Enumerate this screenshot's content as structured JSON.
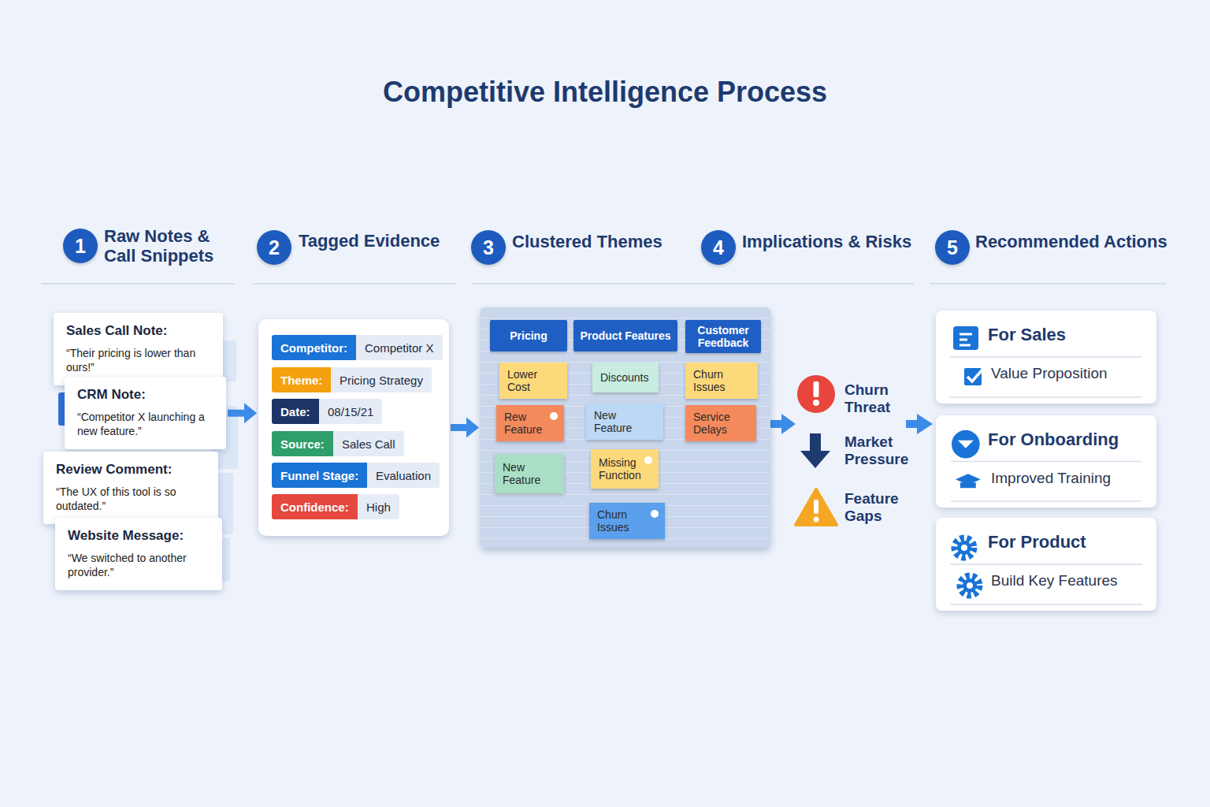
{
  "diagram": {
    "title": "Competitive Intelligence Process",
    "nodes": [
      {
        "text": [
          "1"
        ]
      },
      {
        "text": [
          "2"
        ]
      },
      {
        "text": [
          "3"
        ]
      },
      {
        "text": [
          "4"
        ]
      },
      {
        "text": [
          "5"
        ]
      },
      {
        "text": [
          "Sales Call Note:",
          "“Their pricing is lower than ours!”"
        ]
      },
      {
        "text": [
          "CRM Note:",
          "“Competitor X launching a new feature.”"
        ]
      },
      {
        "text": [
          "Review Comment:",
          "“The UX of this tool is so outdated.”"
        ]
      },
      {
        "text": [
          "Website Message:",
          "“We switched to another provider.”"
        ]
      },
      {
        "text": []
      },
      {
        "text": [
          "Competitor:"
        ],
        "in": 9
      },
      {
        "text": [
          "Competitor X"
        ],
        "in": 9
      },
      {
        "text": [
          "Theme:"
        ],
        "in": 9
      },
      {
        "text": [
          "Pricing Strategy"
        ],
        "in": 9
      },
      {
        "text": [
          "Date:"
        ],
        "in": 9
      },
      {
        "text": [
          "08/15/21"
        ],
        "in": 9
      },
      {
        "text": [
          "Source:"
        ],
        "in": 9
      },
      {
        "text": [
          "Sales Call"
        ],
        "in": 9
      },
      {
        "text": [
          "Funnel Stage:"
        ],
        "in": 9
      },
      {
        "text": [
          "Evaluation"
        ],
        "in": 9
      },
      {
        "text": [
          "Confidence:"
        ],
        "in": 9
      },
      {
        "text": [
          "High"
        ],
        "in": 9
      },
      {
        "text": []
      },
      {
        "text": [
          "Pricing"
        ],
        "in": 22
      },
      {
        "text": [
          "Product Features"
        ],
        "in": 22
      },
      {
        "text": [
          "Customer Feedback"
        ],
        "in": 22
      },
      {
        "text": [
          "Lower Cost"
        ],
        "in": 22
      },
      {
        "text": [
          "Discounts"
        ],
        "in": 22
      },
      {
        "text": [
          "Churn Issues"
        ],
        "in": 22
      },
      {
        "text": [
          "Rew Feature"
        ],
        "in": 22
      },
      {
        "text": [
          "New Feature"
        ],
        "in": 22
      },
      {
        "text": [
          "Service Delays"
        ],
        "in": 22
      },
      {
        "text": [
          "New Feature"
        ],
        "in": 22
      },
      {
        "text": [
          "Missing Function"
        ],
        "in": 22
      },
      {
        "text": [
          "Churn Issues"
        ],
        "in": 22
      },
      {
        "text": [
          "For Sales",
          "Value Proposition"
        ]
      },
      {
        "text": [
          "For Onboarding",
          "Improved Training"
        ]
      },
      {
        "text": [
          "For Product",
          "Build Key Features"
        ]
      }
    ],
    "edges": [
      {
        "from": 6,
        "to": 9,
        "arrow": "to"
      },
      {
        "from": 9,
        "to": 22,
        "arrow": "to"
      }
    ],
    "labels": [
      "Raw Notes & Call Snippets",
      "Tagged Evidence",
      "Clustered Themes",
      "Implications & Risks",
      "Recommended Actions",
      "Churn Threat",
      "Market Pressure",
      "Feature Gaps"
    ]
  }
}
